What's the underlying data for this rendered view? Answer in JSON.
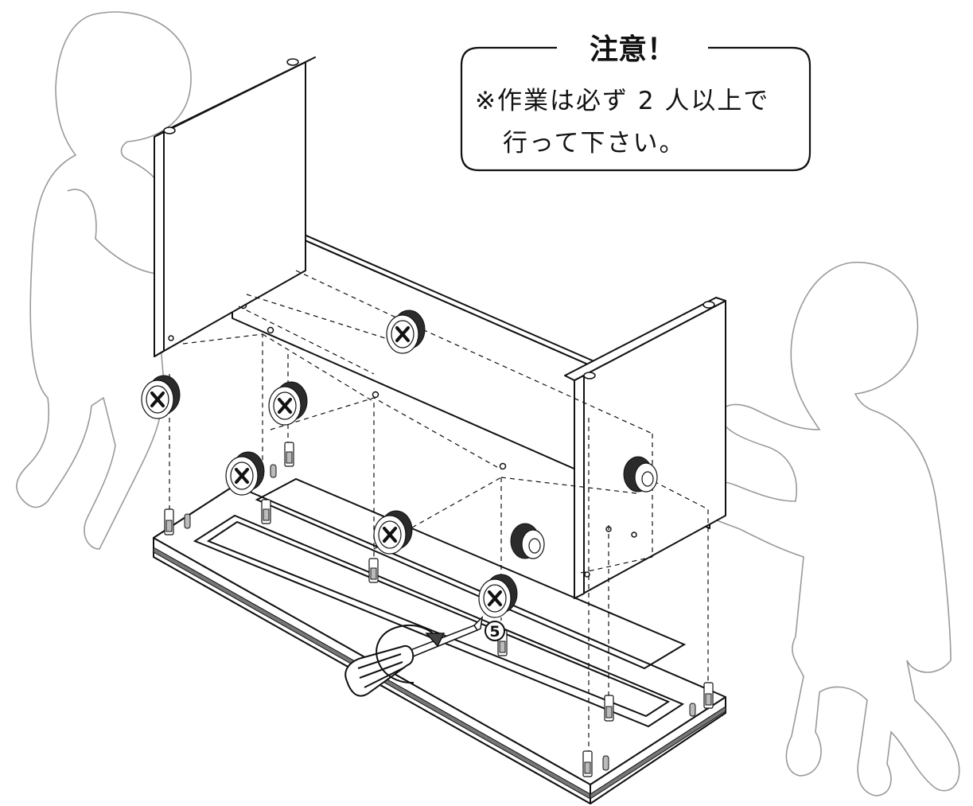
{
  "caution": {
    "title": "注意！",
    "line1": "※作業は必ず 2 人以上で",
    "line2": "行って下さい。"
  },
  "step_number": "5",
  "colors": {
    "line": "#111111",
    "figure_outline": "#9a9a9a",
    "panel_band": "#777777"
  },
  "icons": {
    "rotate": "rotate-arrow-icon",
    "screwdriver": "screwdriver-icon"
  }
}
